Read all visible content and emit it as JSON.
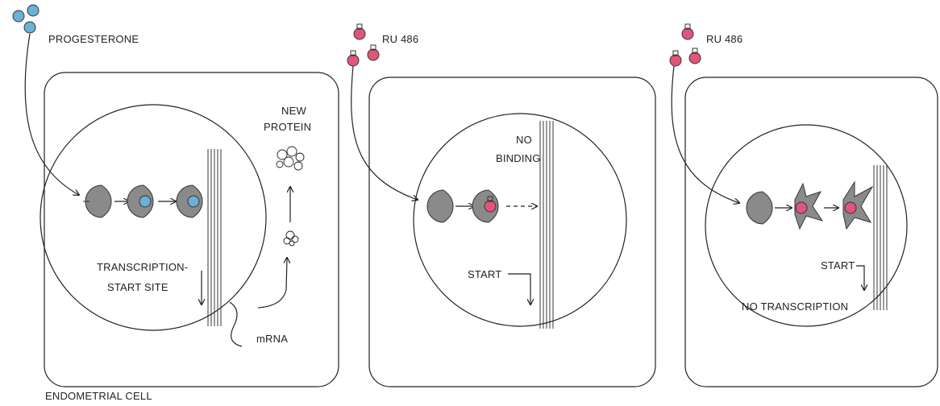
{
  "colors": {
    "progesterone": "#6ab0d8",
    "ru486": "#e2557a",
    "receptor": "#8a8a8a",
    "outline": "#222222"
  },
  "panels": [
    {
      "ligand_label": "PROGESTERONE",
      "labels": {
        "new_protein_line1": "NEW",
        "new_protein_line2": "PROTEIN",
        "tss_line1": "TRANSCRIPTION-",
        "tss_line2": "START SITE",
        "mrna": "mRNA"
      }
    },
    {
      "ligand_label": "RU 486",
      "labels": {
        "no_binding_line1": "NO",
        "no_binding_line2": "BINDING",
        "start": "START"
      }
    },
    {
      "ligand_label": "RU 486",
      "labels": {
        "start": "START",
        "no_transcription": "NO TRANSCRIPTION"
      }
    }
  ],
  "caption": "ENDOMETRIAL CELL"
}
